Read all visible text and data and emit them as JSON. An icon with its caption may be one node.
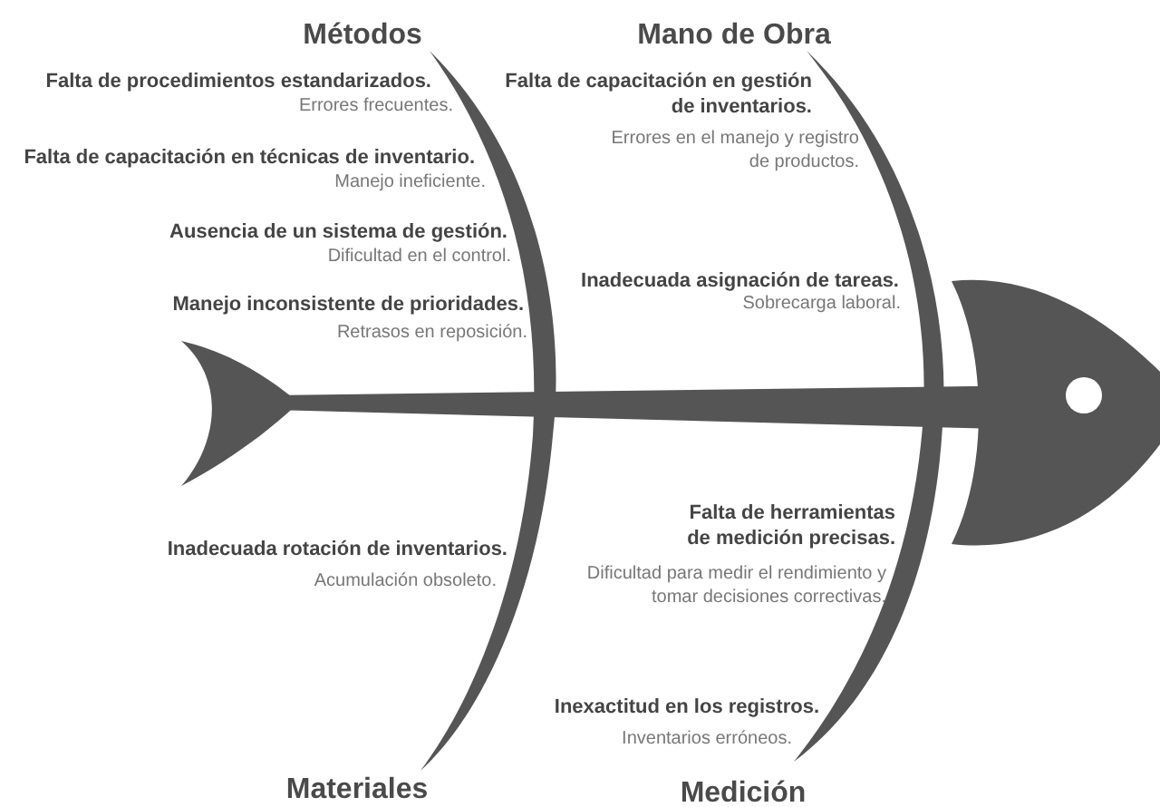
{
  "diagram": {
    "labels": [
      "Métodos",
      "Falta de procedimientos estandarizados.",
      "Errores frecuentes.",
      "Falta de capacitación en técnicas de inventario.",
      "Manejo ineficiente.",
      "Ausencia de un sistema de gestión.",
      "Dificultad en el control.",
      "Manejo inconsistente de prioridades.",
      "Retrasos en reposición.",
      "Mano de Obra",
      "Falta de capacitación en gestión de inventarios.",
      "Errores en el manejo y registro de productos.",
      "Inadecuada asignación de tareas.",
      "Sobrecarga laboral.",
      "Inadecuada rotación de inventarios.",
      "Acumulación obsoleto.",
      "Materiales",
      "Falta de herramientas de medición precisas.",
      "Dificultad para medir el rendimiento y tomar decisiones correctivas.",
      "Inexactitud en los registros.",
      "Inventarios erróneos.",
      "Medición"
    ]
  }
}
